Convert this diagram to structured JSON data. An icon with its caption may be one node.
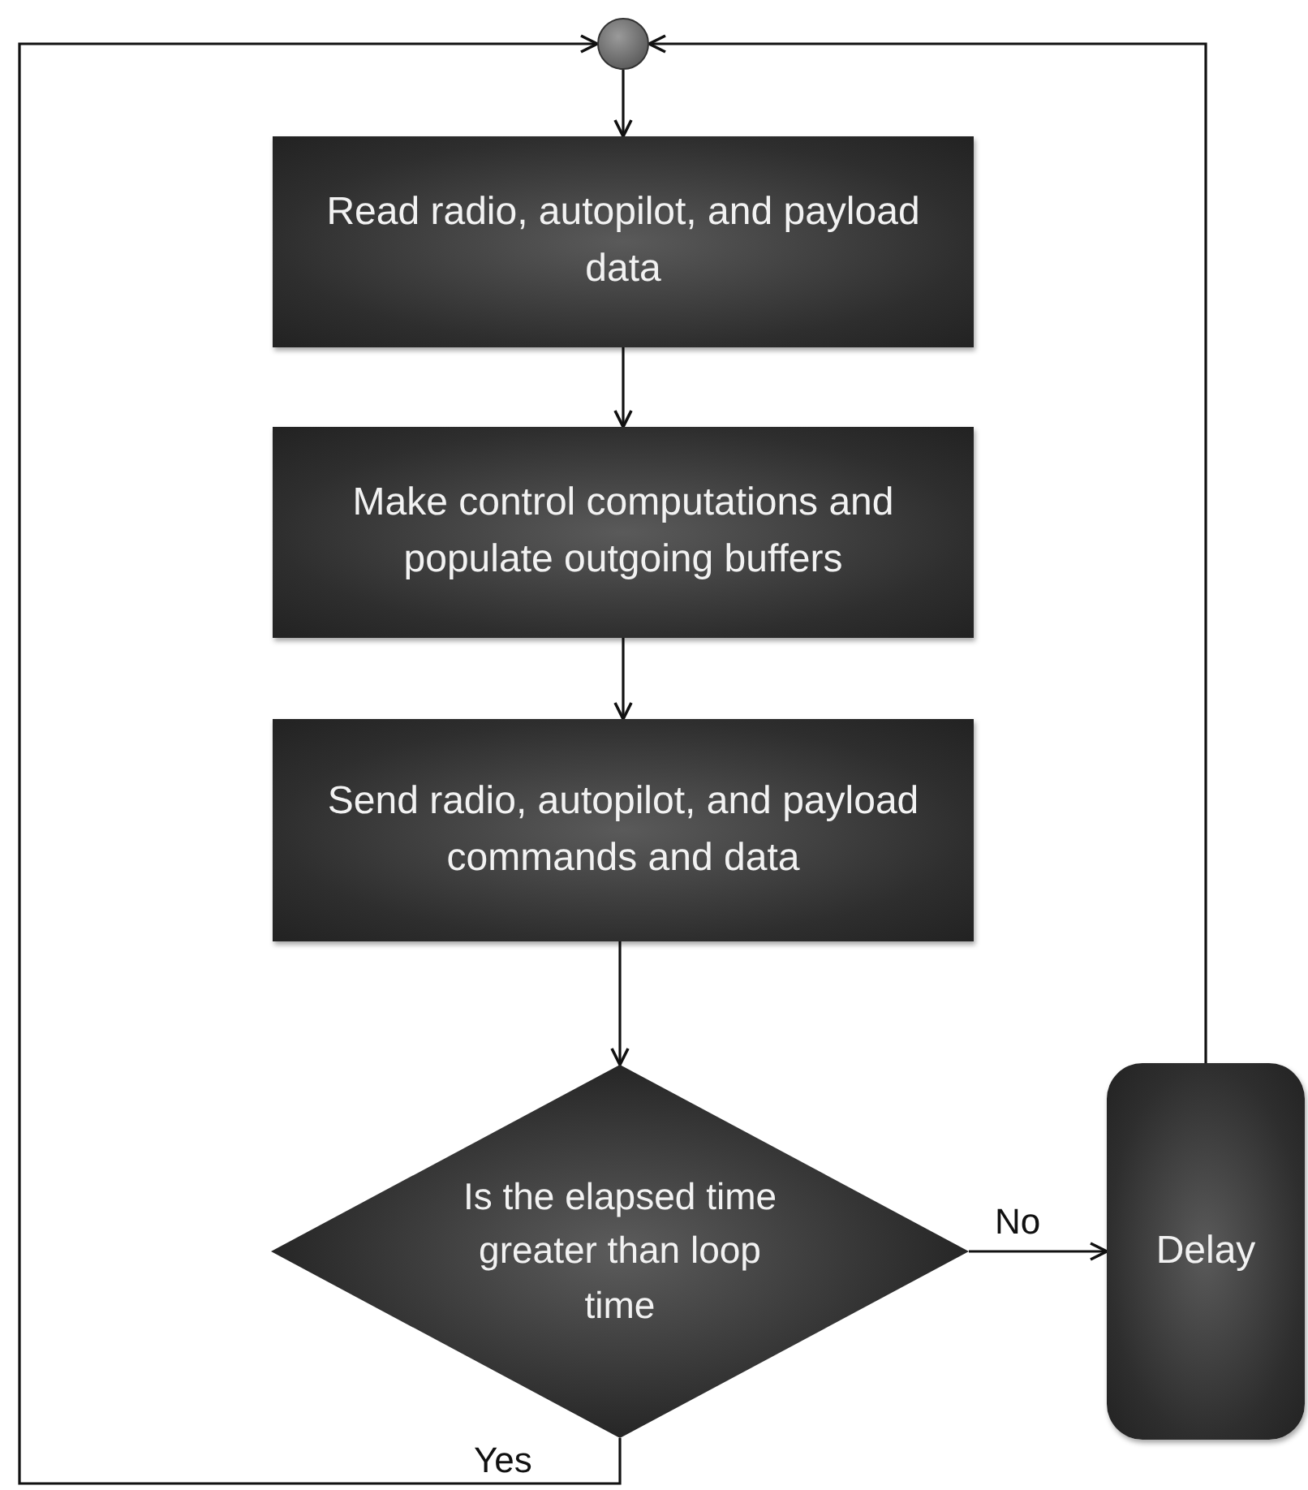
{
  "diagram": {
    "nodes": [
      {
        "text": [],
        "shape": "circle"
      },
      {
        "text": [
          "Read radio, autopilot, and payload data"
        ]
      },
      {
        "text": [
          "Make control computations and populate outgoing buffers"
        ]
      },
      {
        "text": [
          "Send radio, autopilot, and payload commands and data"
        ]
      },
      {
        "text": [
          "Is the elapsed time greater than loop time"
        ]
      },
      {
        "text": [
          "Delay"
        ]
      }
    ],
    "edges": [
      {
        "from": 0,
        "to": 1,
        "arrow": "to"
      },
      {
        "from": 1,
        "to": 2,
        "arrow": "to"
      },
      {
        "from": 2,
        "to": 3,
        "arrow": "to"
      },
      {
        "from": 3,
        "to": 4,
        "arrow": "to"
      },
      {
        "from": 4,
        "to": 5,
        "arrow": "to",
        "label": "No"
      },
      {
        "from": 5,
        "to": 0,
        "arrow": "to"
      },
      {
        "from": 4,
        "to": 0,
        "arrow": "to",
        "label": "Yes"
      }
    ]
  }
}
